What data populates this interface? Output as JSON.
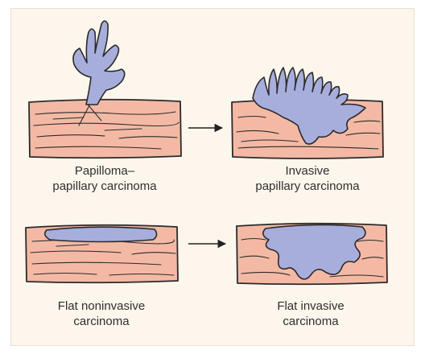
{
  "panels": {
    "papilloma": {
      "caption_line1": "Papilloma–",
      "caption_line2": "papillary carcinoma"
    },
    "invasive_papillary": {
      "caption_line1": "Invasive",
      "caption_line2": "papillary carcinoma"
    },
    "flat_noninvasive": {
      "caption_line1": "Flat noninvasive",
      "caption_line2": "carcinoma"
    },
    "flat_invasive": {
      "caption_line1": "Flat invasive",
      "caption_line2": "carcinoma"
    }
  },
  "colors": {
    "tissue": "#f4b9a4",
    "tumor": "#a8aedc",
    "outline": "#2b2b2b",
    "background": "#fdf6ec"
  }
}
